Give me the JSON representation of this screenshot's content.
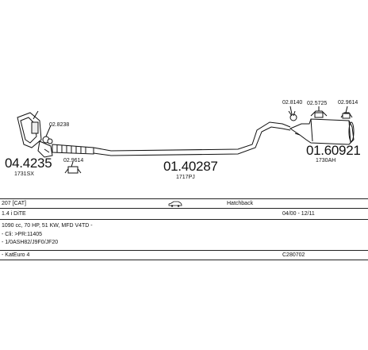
{
  "parts": {
    "catalytic_converter": {
      "code": "04.4235",
      "ref": "1731SX"
    },
    "clamp_front": {
      "code": "02.8238"
    },
    "hanger_front": {
      "code": "02.9614"
    },
    "middle_pipe": {
      "code": "01.40287",
      "ref": "1717PJ"
    },
    "clamp_rear": {
      "code": "02.8140"
    },
    "hanger_rear_1": {
      "code": "02.5725"
    },
    "hanger_rear_2": {
      "code": "02.9614"
    },
    "rear_silencer": {
      "code": "01.60921",
      "ref": "1730AH"
    }
  },
  "table": {
    "model": "207 [CAT]",
    "body_type": "Hatchback",
    "engine": "1.4 i DiTE",
    "period": "04/00 - 12/11",
    "specs": "1090 cc, 70 HP, 51 KW, MFD V4TD -",
    "clip_ref": "- Cli: >PR:11405",
    "ref_line": "- 1/0ASH82/J9F0/JF20",
    "catalyst_note": "- KatEuro 4",
    "catalogue_code": "C280702"
  },
  "icons": {
    "car": "hatchback-car-icon"
  }
}
